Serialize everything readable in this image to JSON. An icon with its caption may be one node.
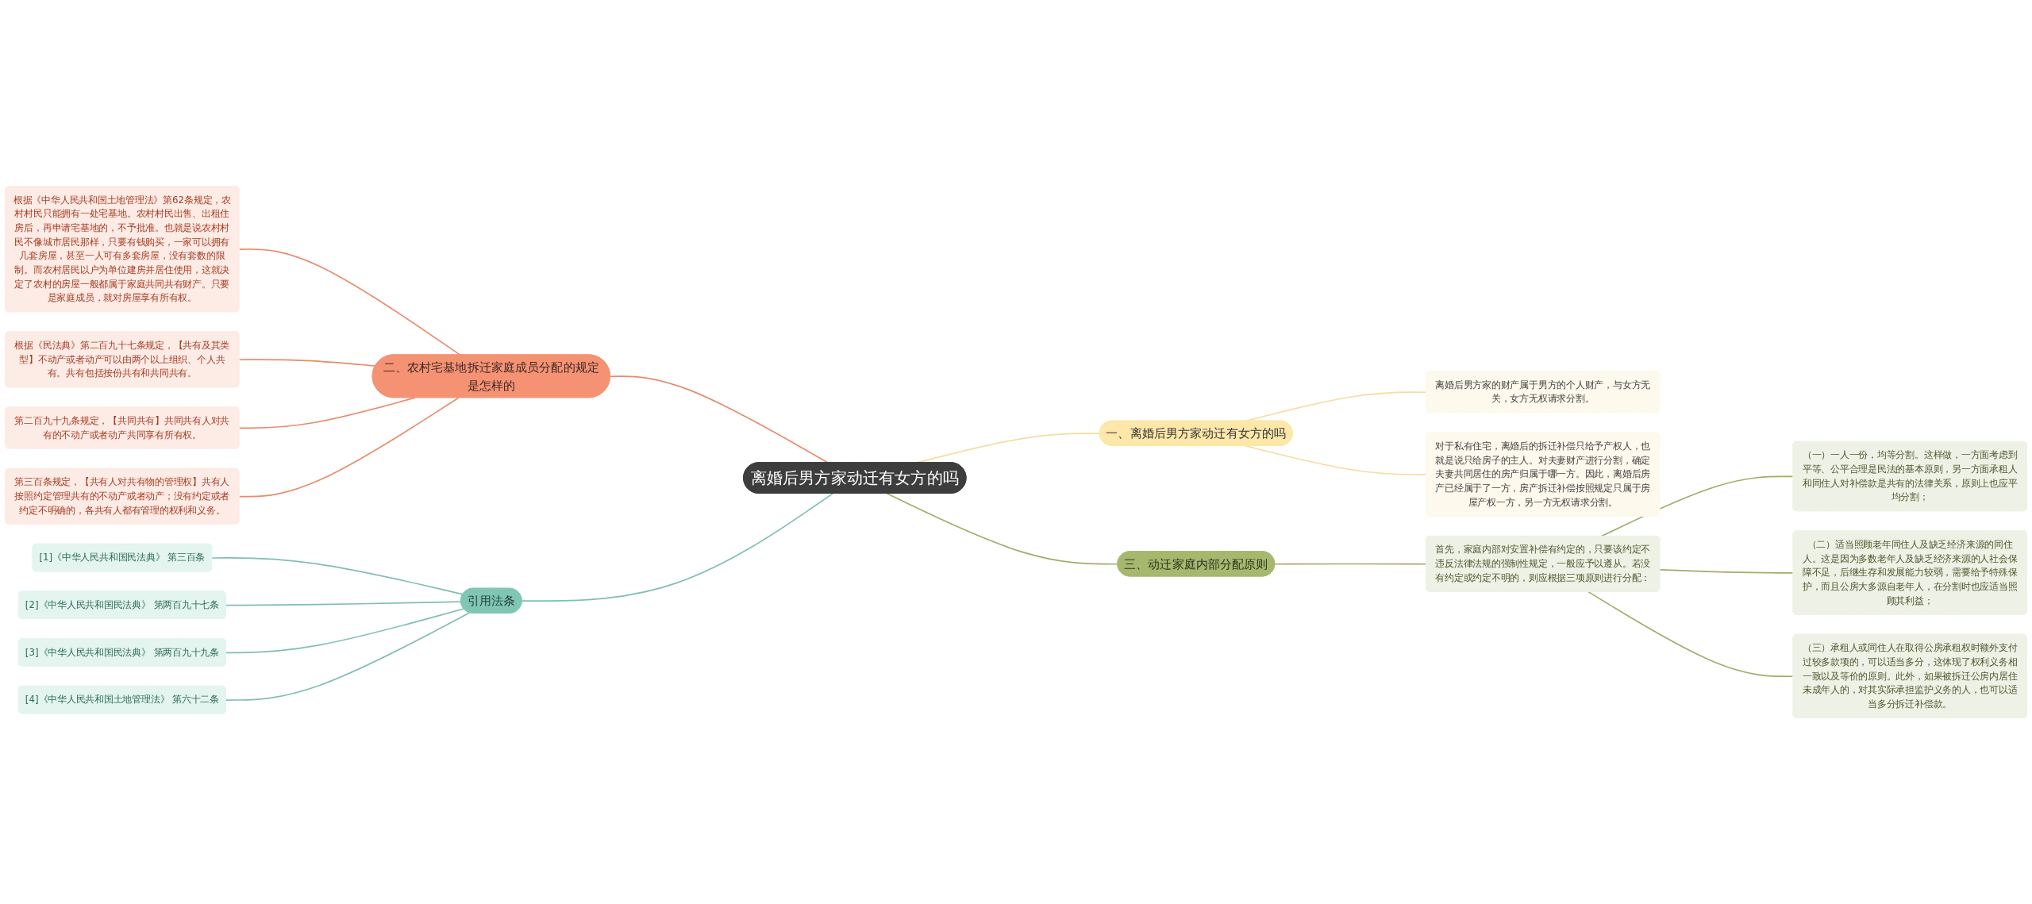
{
  "diagram": {
    "nodes": [
      {
        "text": [
          "离婚后男方家动迁有女方的吗"
        ]
      },
      {
        "text": [
          "一、离婚后男方家动迁有女方的吗"
        ]
      },
      {
        "text": [
          "离婚后男方家的财产属于男方的个人财产，与女方无关，女方无权请求分割。"
        ]
      },
      {
        "text": [
          "对于私有住宅，离婚后的拆迁补偿只给予产权人，也就是说只给房子的主人。对夫妻财产进行分割，确定夫妻共同居住的房产归属于哪一方。因此，离婚后房产已经属于了一方，房产拆迁补偿按照规定只属于房屋产权一方，另一方无权请求分割。"
        ]
      },
      {
        "text": [
          "二、农村宅基地拆迁家庭成员分配的规定是怎样的"
        ]
      },
      {
        "text": [
          "根据《中华人民共和国土地管理法》第62条规定，农村村民只能拥有一处宅基地。农村村民出售、出租住房后，再申请宅基地的，不予批准。也就是说农村村民不像城市居民那样，只要有钱购买，一家可以拥有几套房屋，甚至一人可有多套房屋，没有套数的限制。而农村居民以户为单位建房并居住使用，这就决定了农村的房屋一般都属于家庭共同共有财产。只要是家庭成员，就对房屋享有所有权。"
        ]
      },
      {
        "text": [
          "根据《民法典》第二百九十七条规定，【共有及其类型】不动产或者动产可以由两个以上组织、个人共有。共有包括按份共有和共同共有。"
        ]
      },
      {
        "text": [
          "第二百九十九条规定，【共同共有】共同共有人对共有的不动产或者动产共同享有所有权。"
        ]
      },
      {
        "text": [
          "第三百条规定，【共有人对共有物的管理权】共有人按照约定管理共有的不动产或者动产；没有约定或者约定不明确的，各共有人都有管理的权利和义务。"
        ]
      },
      {
        "text": [
          "三、动迁家庭内部分配原则"
        ]
      },
      {
        "text": [
          "首先，家庭内部对安置补偿有约定的，只要该约定不违反法律法规的强制性规定，一般应予以遵从。若没有约定或约定不明的，则应根据三项原则进行分配："
        ]
      },
      {
        "text": [
          "（一）一人一份，均等分割。这样做，一方面考虑到平等、公平合理是民法的基本原则，另一方面承租人和同住人对补偿款是共有的法律关系，原则上也应平均分割；"
        ]
      },
      {
        "text": [
          "（二）适当照顾老年同住人及缺乏经济来源的同住人。这是因为多数老年人及缺乏经济来源的人社会保障不足，后继生存和发展能力较弱，需要给予特殊保护，而且公房大多源自老年人，在分割时也应适当照顾其利益；"
        ]
      },
      {
        "text": [
          "（三）承租人或同住人在取得公房承租权时额外支付过较多款项的，可以适当多分，这体现了权利义务相一致以及等价的原则。此外，如果被拆迁公房内居住未成年人的，对其实际承担监护义务的人，也可以适当多分拆迁补偿款。"
        ]
      },
      {
        "text": [
          "引用法条"
        ]
      },
      {
        "text": [
          "[1]《中华人民共和国民法典》 第三百条"
        ]
      },
      {
        "text": [
          "[2]《中华人民共和国民法典》 第两百九十七条"
        ]
      },
      {
        "text": [
          "[3]《中华人民共和国民法典》 第两百九十九条"
        ]
      },
      {
        "text": [
          "[4]《中华人民共和国土地管理法》 第六十二条"
        ]
      }
    ],
    "edges": [
      {
        "from": 0,
        "to": 1,
        "arrow": "none",
        "color": "#f5dca0"
      },
      {
        "from": 1,
        "to": 2,
        "arrow": "none",
        "color": "#f5dca0"
      },
      {
        "from": 1,
        "to": 3,
        "arrow": "none",
        "color": "#f5dca0"
      },
      {
        "from": 4,
        "to": 0,
        "arrow": "none",
        "color": "#e98a6a"
      },
      {
        "from": 5,
        "to": 4,
        "arrow": "none",
        "color": "#e98a6a"
      },
      {
        "from": 6,
        "to": 4,
        "arrow": "none",
        "color": "#e98a6a"
      },
      {
        "from": 7,
        "to": 4,
        "arrow": "none",
        "color": "#e98a6a"
      },
      {
        "from": 8,
        "to": 4,
        "arrow": "none",
        "color": "#e98a6a"
      },
      {
        "from": 0,
        "to": 9,
        "arrow": "none",
        "color": "#9caf6a"
      },
      {
        "from": 9,
        "to": 10,
        "arrow": "none",
        "color": "#9caf6a"
      },
      {
        "from": 10,
        "to": 11,
        "arrow": "none",
        "color": "#9caf6a"
      },
      {
        "from": 10,
        "to": 12,
        "arrow": "none",
        "color": "#9caf6a"
      },
      {
        "from": 10,
        "to": 13,
        "arrow": "none",
        "color": "#9caf6a"
      },
      {
        "from": 14,
        "to": 0,
        "arrow": "none",
        "color": "#7fbfae"
      },
      {
        "from": 15,
        "to": 14,
        "arrow": "none",
        "color": "#7fbfae"
      },
      {
        "from": 16,
        "to": 14,
        "arrow": "none",
        "color": "#7fbfae"
      },
      {
        "from": 17,
        "to": 14,
        "arrow": "none",
        "color": "#7fbfae"
      },
      {
        "from": 18,
        "to": 14,
        "arrow": "none",
        "color": "#7fbfae"
      }
    ]
  }
}
